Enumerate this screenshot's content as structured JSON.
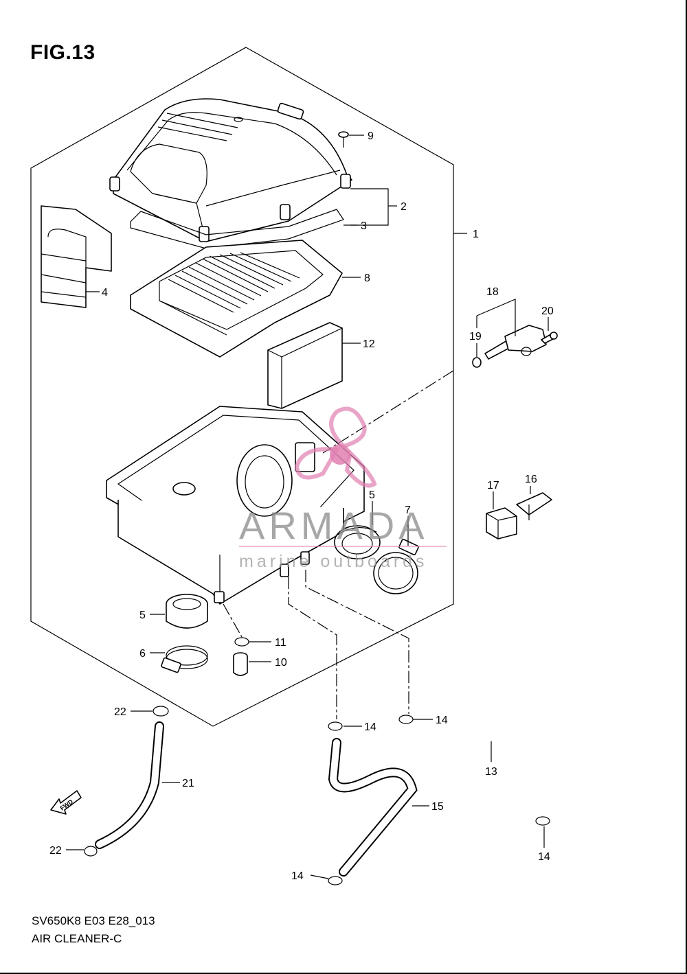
{
  "figure": {
    "title": "FIG.13",
    "code": "SV650K8 E03 E28_013",
    "name": "AIR CLEANER-C"
  },
  "watermark": {
    "brand": "ARMADA",
    "tagline": "marine outboards",
    "accent_color": "#e07fb0"
  },
  "fwd_badge": "FWD",
  "callouts": {
    "c1": "1",
    "c2": "2",
    "c3": "3",
    "c4": "4",
    "c5a": "5",
    "c5b": "5",
    "c6": "6",
    "c7": "7",
    "c8": "8",
    "c9": "9",
    "c10": "10",
    "c11": "11",
    "c12": "12",
    "c13": "13",
    "c14a": "14",
    "c14b": "14",
    "c14c": "14",
    "c14d": "14",
    "c15": "15",
    "c16": "16",
    "c17": "17",
    "c18": "18",
    "c19": "19",
    "c20": "20",
    "c21": "21",
    "c22a": "22",
    "c22b": "22"
  }
}
